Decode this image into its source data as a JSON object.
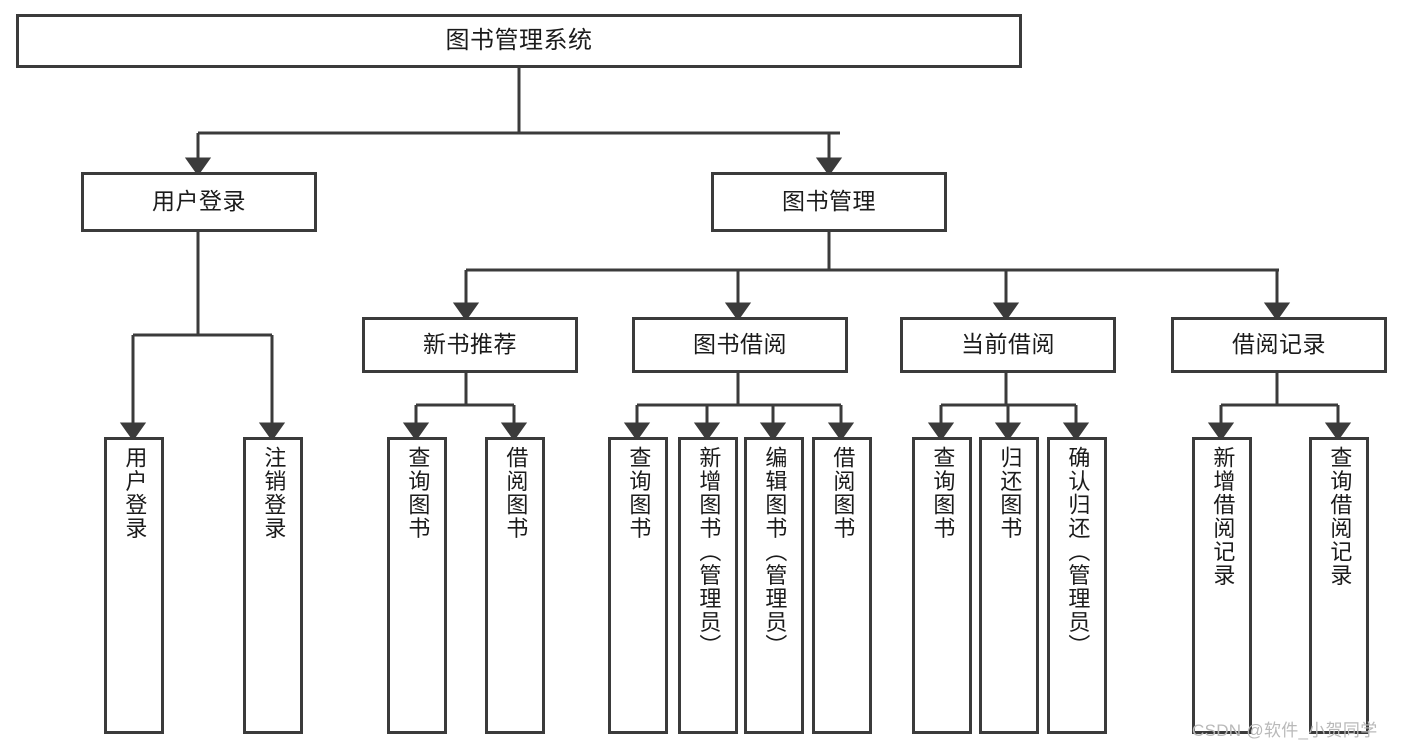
{
  "diagram": {
    "type": "hierarchy-tree",
    "title": "图书管理系统",
    "watermark": "CSDN @软件_小贺同学",
    "levels": {
      "root": {
        "label": "图书管理系统"
      },
      "level2": [
        {
          "id": "user-login",
          "label": "用户登录"
        },
        {
          "id": "book-management",
          "label": "图书管理"
        }
      ],
      "level3": [
        {
          "id": "new-book-recommend",
          "label": "新书推荐",
          "parent": "book-management"
        },
        {
          "id": "book-borrow",
          "label": "图书借阅",
          "parent": "book-management"
        },
        {
          "id": "current-borrow",
          "label": "当前借阅",
          "parent": "book-management"
        },
        {
          "id": "borrow-record",
          "label": "借阅记录",
          "parent": "book-management"
        }
      ],
      "leaves": [
        {
          "id": "leaf-user-login",
          "label": "用户登录",
          "parent": "user-login"
        },
        {
          "id": "leaf-user-logout",
          "label": "注销登录",
          "parent": "user-login"
        },
        {
          "id": "leaf-query-book-1",
          "label": "查询图书",
          "parent": "new-book-recommend"
        },
        {
          "id": "leaf-borrow-book-1",
          "label": "借阅图书",
          "parent": "new-book-recommend"
        },
        {
          "id": "leaf-query-book-2",
          "label": "查询图书",
          "parent": "book-borrow"
        },
        {
          "id": "leaf-add-book",
          "label": "新增图书（管理员）",
          "parent": "book-borrow"
        },
        {
          "id": "leaf-edit-book",
          "label": "编辑图书（管理员）",
          "parent": "book-borrow"
        },
        {
          "id": "leaf-borrow-book-2",
          "label": "借阅图书",
          "parent": "book-borrow"
        },
        {
          "id": "leaf-query-book-3",
          "label": "查询图书",
          "parent": "current-borrow"
        },
        {
          "id": "leaf-return-book",
          "label": "归还图书",
          "parent": "current-borrow"
        },
        {
          "id": "leaf-confirm-return",
          "label": "确认归还（管理员）",
          "parent": "current-borrow"
        },
        {
          "id": "leaf-add-record",
          "label": "新增借阅记录",
          "parent": "borrow-record"
        },
        {
          "id": "leaf-query-record",
          "label": "查询借阅记录",
          "parent": "borrow-record"
        }
      ]
    },
    "colors": {
      "stroke": "#3b3b3b",
      "fill": "#ffffff",
      "text": "#1b1b1b",
      "watermark": "#b9b9b9"
    }
  }
}
